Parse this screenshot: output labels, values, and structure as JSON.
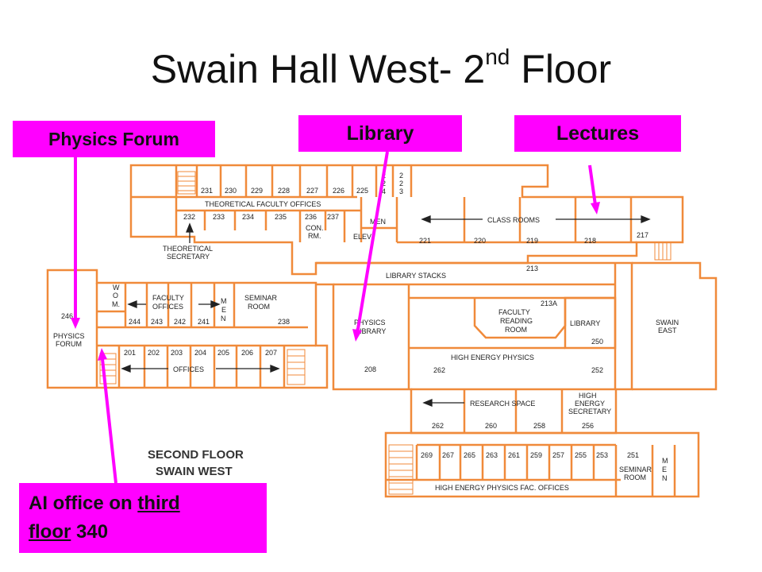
{
  "title": {
    "main": "Swain Hall West- 2",
    "sup": "nd",
    "tail": " Floor"
  },
  "callouts": {
    "physics_forum": "Physics Forum",
    "library": "Library",
    "lectures": "Lectures",
    "ai_office_pre": "AI office on ",
    "ai_office_third": "third",
    "ai_office_floor": "floor",
    "ai_office_num": " 340"
  },
  "colors": {
    "callout": "#ff00ff",
    "walls": "#f08a3a",
    "arrow": "#ff00ff"
  },
  "plan": {
    "caption_line1": "SECOND FLOOR",
    "caption_line2": "SWAIN WEST",
    "labels": {
      "theoretical_faculty_offices": "THEORETICAL FACULTY OFFICES",
      "theoretical": "THEORETICAL",
      "secretary": "SECRETARY",
      "con": "CON.",
      "rm": "RM.",
      "men_top": "MEN",
      "elev": "ELEV.",
      "class_rooms": "CLASS ROOMS",
      "library_stacks": "LIBRARY STACKS",
      "faculty": "FACULTY",
      "offices": "OFFICES",
      "seminar": "SEMINAR",
      "room": "ROOM",
      "physics": "PHYSICS",
      "forum": "FORUM",
      "library_word": "LIBRARY",
      "reading": "READING",
      "high_energy_physics": "HIGH ENERGY PHYSICS",
      "research_space": "RESEARCH SPACE",
      "high": "HIGH",
      "energy": "ENERGY",
      "swain": "SWAIN",
      "east": "EAST",
      "offices_row": "OFFICES",
      "hep_fac_offices": "HIGH ENERGY PHYSICS FAC. OFFICES",
      "w": "W",
      "o": "O",
      "m": "M.",
      "m2": "M",
      "e2": "E",
      "n2": "N"
    },
    "rooms": {
      "top_row": [
        "231",
        "230",
        "229",
        "228",
        "227",
        "226",
        "225"
      ],
      "r224": [
        "2",
        "2",
        "4"
      ],
      "r223": [
        "2",
        "2",
        "3"
      ],
      "second_row": [
        "232",
        "233",
        "234",
        "235",
        "236",
        "237"
      ],
      "class_row": [
        "221",
        "220",
        "219",
        "218",
        "217"
      ],
      "r213": "213",
      "r213a": "213A",
      "fac_row": [
        "244",
        "243",
        "242",
        "241"
      ],
      "r238": "238",
      "r246": "246",
      "office_row": [
        "201",
        "202",
        "203",
        "204",
        "205",
        "206",
        "207"
      ],
      "r208": "208",
      "r262a": "262",
      "r250": "250",
      "r252": "252",
      "research_row": [
        "262",
        "260",
        "258",
        "256"
      ],
      "bottom_row": [
        "269",
        "267",
        "265",
        "263",
        "261",
        "259",
        "257",
        "255",
        "253",
        "251"
      ]
    }
  }
}
